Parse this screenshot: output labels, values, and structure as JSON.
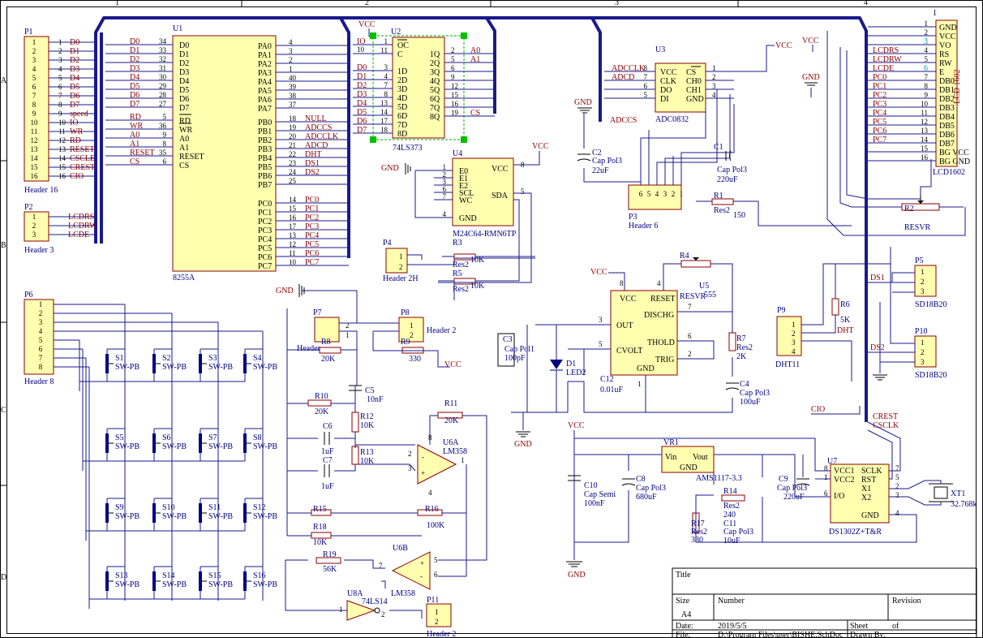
{
  "border": {
    "zones_top": [
      "1",
      "2",
      "3",
      "4"
    ],
    "zones_left": [
      "A",
      "B",
      "C",
      "D"
    ]
  },
  "p1": {
    "ref": "P1",
    "name": "Header 16",
    "nets": [
      "D0",
      "D1",
      "D2",
      "D3",
      "D4",
      "D5",
      "D6",
      "D7",
      "speed",
      "IO",
      "WR",
      "RD",
      "RESET",
      "CSCLE",
      "CREST",
      "CIO"
    ]
  },
  "p2": {
    "ref": "P2",
    "name": "Header 3",
    "nets": [
      "LCDRS",
      "LCDRW",
      "LCDE"
    ]
  },
  "u1": {
    "ref": "U1",
    "name": "8255A",
    "left_pins": [
      "D0",
      "D1",
      "D2",
      "D3",
      "D4",
      "D5",
      "D6",
      "D7",
      "RD",
      "WR",
      "A0",
      "A1",
      "RESET",
      "CS"
    ],
    "left_nums": [
      "34",
      "33",
      "32",
      "31",
      "30",
      "29",
      "28",
      "27",
      "5",
      "36",
      "9",
      "8",
      "35",
      "6"
    ],
    "left_nets": [
      "D0",
      "D1",
      "D2",
      "D3",
      "D4",
      "D5",
      "D6",
      "D7",
      "RD",
      "WR",
      "A0",
      "A1",
      "RESET",
      "CS"
    ],
    "right_pins": [
      "PA0",
      "PA1",
      "PA2",
      "PA3",
      "PA4",
      "PA5",
      "PA6",
      "PA7",
      "PB0",
      "PB1",
      "PB2",
      "PB3",
      "PB4",
      "PB5",
      "PB6",
      "PB7",
      "PC0",
      "PC1",
      "PC2",
      "PC3",
      "PC4",
      "PC5",
      "PC6",
      "PC7"
    ],
    "right_nums": [
      "4",
      "3",
      "2",
      "1",
      "40",
      "39",
      "38",
      "37",
      "18",
      "19",
      "20",
      "21",
      "22",
      "23",
      "24",
      "25",
      "14",
      "15",
      "16",
      "17",
      "13",
      "12",
      "11",
      "10"
    ],
    "pb_nets": [
      "NULL",
      "ADCCS",
      "ADCCLK",
      "ADCD",
      "DHT",
      "DS1",
      "DS2",
      ""
    ],
    "pc_nets": [
      "PC0",
      "PC1",
      "PC2",
      "PC3",
      "PC4",
      "PC5",
      "PC6",
      "PC7"
    ]
  },
  "u2": {
    "ref": "U2",
    "name": "74LS373",
    "vcc": "VCC",
    "left_pins": [
      "OC",
      "C",
      "1D",
      "2D",
      "3D",
      "4D",
      "5D",
      "6D",
      "7D",
      "8D"
    ],
    "left_nums": [
      "1",
      "11",
      "3",
      "4",
      "7",
      "8",
      "13",
      "14",
      "17",
      "18"
    ],
    "left_nets": [
      "IO",
      "",
      "D0",
      "D1",
      "D2",
      "D3",
      "D4",
      "D5",
      "D6",
      "D7"
    ],
    "right_pins": [
      "1Q",
      "2Q",
      "3Q",
      "4Q",
      "5Q",
      "6Q",
      "7Q",
      "8Q"
    ],
    "right_nums": [
      "2",
      "5",
      "6",
      "9",
      "12",
      "15",
      "16",
      "19"
    ],
    "right_nets": [
      "A0",
      "A1",
      "",
      "",
      "",
      "",
      "",
      "CS"
    ],
    "pin10": "10"
  },
  "u3": {
    "ref": "U3",
    "name": "ADC0832",
    "left_pins": [
      "VCC",
      "CLK",
      "DO",
      "DI"
    ],
    "left_nums": [
      "8",
      "7",
      "6",
      "5"
    ],
    "left_nets": [
      "ADCCLK",
      "ADCD",
      "",
      ""
    ],
    "right_pins": [
      "CS",
      "CH0",
      "CH1",
      "GND"
    ],
    "right_nums": [
      "1",
      "2",
      "3",
      "4"
    ],
    "vcc": "VCC",
    "adccs": "ADCCS"
  },
  "u4": {
    "ref": "U4",
    "name": "M24C64-RMN6TP",
    "left_pins": [
      "E0",
      "E1",
      "E2",
      "SCL",
      "WC",
      "GND"
    ],
    "left_nums": [
      "1",
      "2",
      "3",
      "6",
      "7",
      "4"
    ],
    "right_pins": [
      "VCC",
      "SDA"
    ],
    "right_nums": [
      "8",
      "5"
    ],
    "gnd": "GND",
    "vcc": "VCC"
  },
  "p4": {
    "ref": "P4",
    "name": "Header 2H"
  },
  "r3": {
    "ref": "R3",
    "type": "Res2",
    "value": "10K"
  },
  "r5": {
    "ref": "R5",
    "type": "Res2",
    "value": "10K"
  },
  "p3": {
    "ref": "P3",
    "name": "Header 6",
    "pins": [
      "6",
      "5",
      "4",
      "3",
      "2",
      "1"
    ]
  },
  "c1": {
    "ref": "C1",
    "type": "Cap Pol3",
    "value": "220uF"
  },
  "c2": {
    "ref": "C2",
    "type": "Cap Pol3",
    "value": "22uF",
    "gnd": "GND"
  },
  "r1": {
    "ref": "R1",
    "type": "Res2",
    "value": "150"
  },
  "lcd": {
    "ref": "LCD1602",
    "title": "LCD 1602",
    "pins": [
      "GND",
      "VCC",
      "VO",
      "RS",
      "RW",
      "E",
      "DB0",
      "DB1",
      "DB2",
      "DB3",
      "DB4",
      "DB5",
      "DB6",
      "DB7",
      "BG VCC",
      "BG GND"
    ],
    "nets": [
      "",
      "",
      "",
      "LCDRS",
      "LCDRW",
      "LCDE",
      "PC0",
      "PC1",
      "PC2",
      "PC3",
      "PC4",
      "PC5",
      "PC6",
      "PC7",
      "",
      ""
    ],
    "vcc": "VCC",
    "gnd": "GND"
  },
  "r2": {
    "ref": "R2",
    "value": "RESVR"
  },
  "p5": {
    "ref": "P5",
    "name": "SD18B20",
    "net": "DS1"
  },
  "p10": {
    "ref": "P10",
    "name": "SD18B20",
    "net": "DS2"
  },
  "p9": {
    "ref": "P9",
    "name": "DHT11"
  },
  "r6": {
    "ref": "R6",
    "value": "5K",
    "net": "DHT"
  },
  "u5": {
    "ref": "U5",
    "name": "555",
    "pins": [
      "VCC",
      "RESET",
      "DISCHG",
      "OUT",
      "THOLD",
      "CVOLT",
      "TRIG",
      "GND"
    ],
    "nums": [
      "8",
      "4",
      "7",
      "3",
      "6",
      "5",
      "2",
      "1"
    ],
    "vcc": "VCC"
  },
  "r4": {
    "ref": "R4",
    "value": "RESVR"
  },
  "r7": {
    "ref": "R7",
    "type": "Res2",
    "value": "2K"
  },
  "c3": {
    "ref": "C3",
    "type": "Cap Pol1",
    "value": "100pF"
  },
  "d1": {
    "ref": "D1",
    "type": "LED2"
  },
  "c12": {
    "ref": "C12",
    "value": "0.01uF"
  },
  "c4": {
    "ref": "C4",
    "type": "Cap Pol3",
    "value": "100uF"
  },
  "p6": {
    "ref": "P6",
    "name": "Header 8"
  },
  "switches": {
    "labels": [
      "S1",
      "S2",
      "S3",
      "S4",
      "S5",
      "S6",
      "S7",
      "S8",
      "S9",
      "S10",
      "S11",
      "S12",
      "S13",
      "S14",
      "S15",
      "S16"
    ],
    "type": "SW-PB"
  },
  "p7": {
    "ref": "P7",
    "name": "Header"
  },
  "p8": {
    "ref": "P8",
    "name": "Header 2"
  },
  "r8": {
    "ref": "R8",
    "value": "20K"
  },
  "r9": {
    "ref": "R9",
    "value": "330"
  },
  "c5": {
    "ref": "C5",
    "value": "10nF"
  },
  "r10": {
    "ref": "R10",
    "value": "20K"
  },
  "r11": {
    "ref": "R11",
    "value": "20K"
  },
  "r12": {
    "ref": "R12",
    "value": "10K"
  },
  "r13": {
    "ref": "R13",
    "value": "10K"
  },
  "c6": {
    "ref": "C6",
    "value": "1uF"
  },
  "c7": {
    "ref": "C7",
    "value": "1uF"
  },
  "u6a": {
    "ref": "U6A",
    "name": "LM358"
  },
  "u6b": {
    "ref": "U6B",
    "name": "LM358"
  },
  "r15": {
    "ref": "R15"
  },
  "r16": {
    "ref": "R16",
    "value": "100K"
  },
  "r18": {
    "ref": "R18",
    "value": "10K"
  },
  "r19": {
    "ref": "R19",
    "value": "56K"
  },
  "u8a": {
    "ref": "U8A",
    "name": "74LS14"
  },
  "p11": {
    "ref": "P11",
    "name": "Header 2"
  },
  "vr1": {
    "ref": "VR1",
    "name": "AMS1117-3.3",
    "vin": "Vin",
    "vout": "Vout",
    "gnd_pin": "GND"
  },
  "c10": {
    "ref": "C10",
    "type": "Cap Semi",
    "value": "100nF"
  },
  "c8": {
    "ref": "C8",
    "type": "Cap Pol3",
    "value": "680uF"
  },
  "r14": {
    "ref": "R14",
    "type": "Res2",
    "value": "240"
  },
  "r17": {
    "ref": "R17",
    "type": "Res2",
    "value": "330"
  },
  "c11": {
    "ref": "C11",
    "type": "Cap Pol3",
    "value": "10uF"
  },
  "c9": {
    "ref": "C9",
    "type": "Cap Pol3",
    "value": "220uF"
  },
  "u7": {
    "ref": "U7",
    "name": "DS1302Z+T&R",
    "left_pins": [
      "VCC1",
      "VCC2",
      "I/O"
    ],
    "left_nums": [
      "8",
      "1",
      "6"
    ],
    "right_pins": [
      "SCLK",
      "RST",
      "X1",
      "X2",
      "GND"
    ],
    "right_nums": [
      "7",
      "5",
      "2",
      "3",
      "4"
    ],
    "nets": [
      "CIO",
      "CREST",
      "CSCLK"
    ]
  },
  "xt1": {
    "ref": "XT1",
    "value": "32.768k"
  },
  "power": {
    "vcc": "VCC",
    "gnd": "GND"
  },
  "title_block": {
    "title_label": "Title",
    "size_label": "Size",
    "size_value": "A4",
    "number_label": "Number",
    "revision_label": "Revision",
    "date_label": "Date:",
    "date_value": "2019/5/5",
    "file_label": "File:",
    "file_value": "D:\\Program Files\\user\\BISHE.SchDoc",
    "sheet_label": "Sheet",
    "of_label": "of",
    "drawn_label": "Drawn By:"
  }
}
